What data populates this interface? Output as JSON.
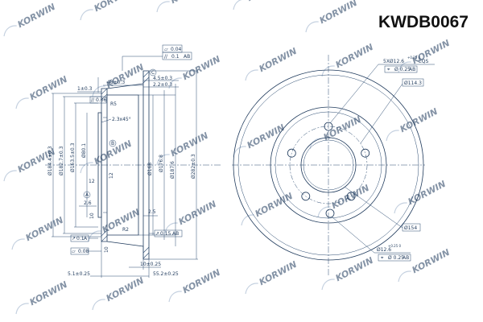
{
  "title": "KWDB0067",
  "watermark": {
    "text": "KORWIN",
    "color": "#e8a6a0"
  },
  "side_view": {
    "tolerance_top": {
      "flatness_label": "0.04",
      "parallel_label": "0.1",
      "datum": "AB"
    },
    "parallel_left": "0.06",
    "datum_c": "C",
    "datum_b": "B",
    "datum_a": "A",
    "dim_1": "1±0.3",
    "dim_48": "48±0.3",
    "dim_4_5": "4.5±0.3",
    "dim_2_2": "2.2±0.3",
    "r5": "R5",
    "chamfer": "2.3x45°",
    "d184": "Ø184.4±0.3",
    "d182": "Ø182.7±0.3",
    "d163": "Ø163.5±0.3",
    "d80": "Ø80.1",
    "d168": "Ø168",
    "d176": "Ø176.8",
    "d187": "Ø187.6",
    "d282": "Ø282±0.3",
    "dim_12": "12",
    "dim_2_6": "2.6",
    "dim_10": "10",
    "r2": "R2",
    "dim_2_5": "2.5",
    "runout_box": "0.1",
    "runout_box_2": "0.15",
    "runout_datum": "AB",
    "flatness_bottom": "0.08",
    "dim_10_25": "10±0.25",
    "dim_5_1": "5.1±0.25",
    "dim_55_2": "55.2±0.25"
  },
  "front_view": {
    "holes_label": "5XØ12.6",
    "holes_tol": "+0.25 0",
    "holes_eqs": "EQS",
    "holes_position": "Ø 0.25",
    "holes_datum": "AB",
    "pcd": "Ø114.3",
    "bore": "Ø154",
    "hole2_label": "Ø12.6",
    "hole2_tol": "+0.25 0",
    "hole2_position": "Ø 0.25",
    "hole2_datum": "AB"
  }
}
